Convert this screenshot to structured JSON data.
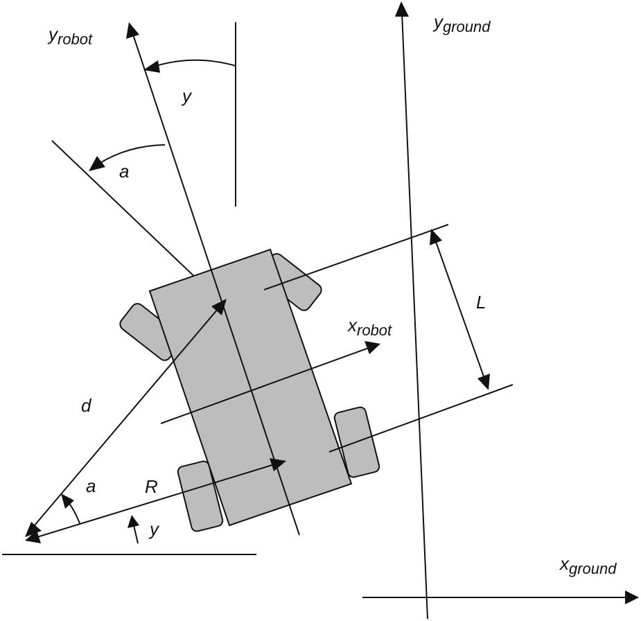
{
  "labels": {
    "y_robot_main": "y",
    "y_robot_sub": "robot",
    "y_ground_main": "y",
    "y_ground_sub": "ground",
    "x_robot_main": "x",
    "x_robot_sub": "robot",
    "x_ground_main": "x",
    "x_ground_sub": "ground",
    "angle_y_top": "y",
    "angle_a_top": "a",
    "dim_L": "L",
    "dist_d": "d",
    "angle_a_bottom": "a",
    "radius_R": "R",
    "angle_y_bottom": "y"
  },
  "colors": {
    "robot_fill": "#bdbdbd",
    "stroke": "#111111",
    "background": "#ffffff"
  }
}
